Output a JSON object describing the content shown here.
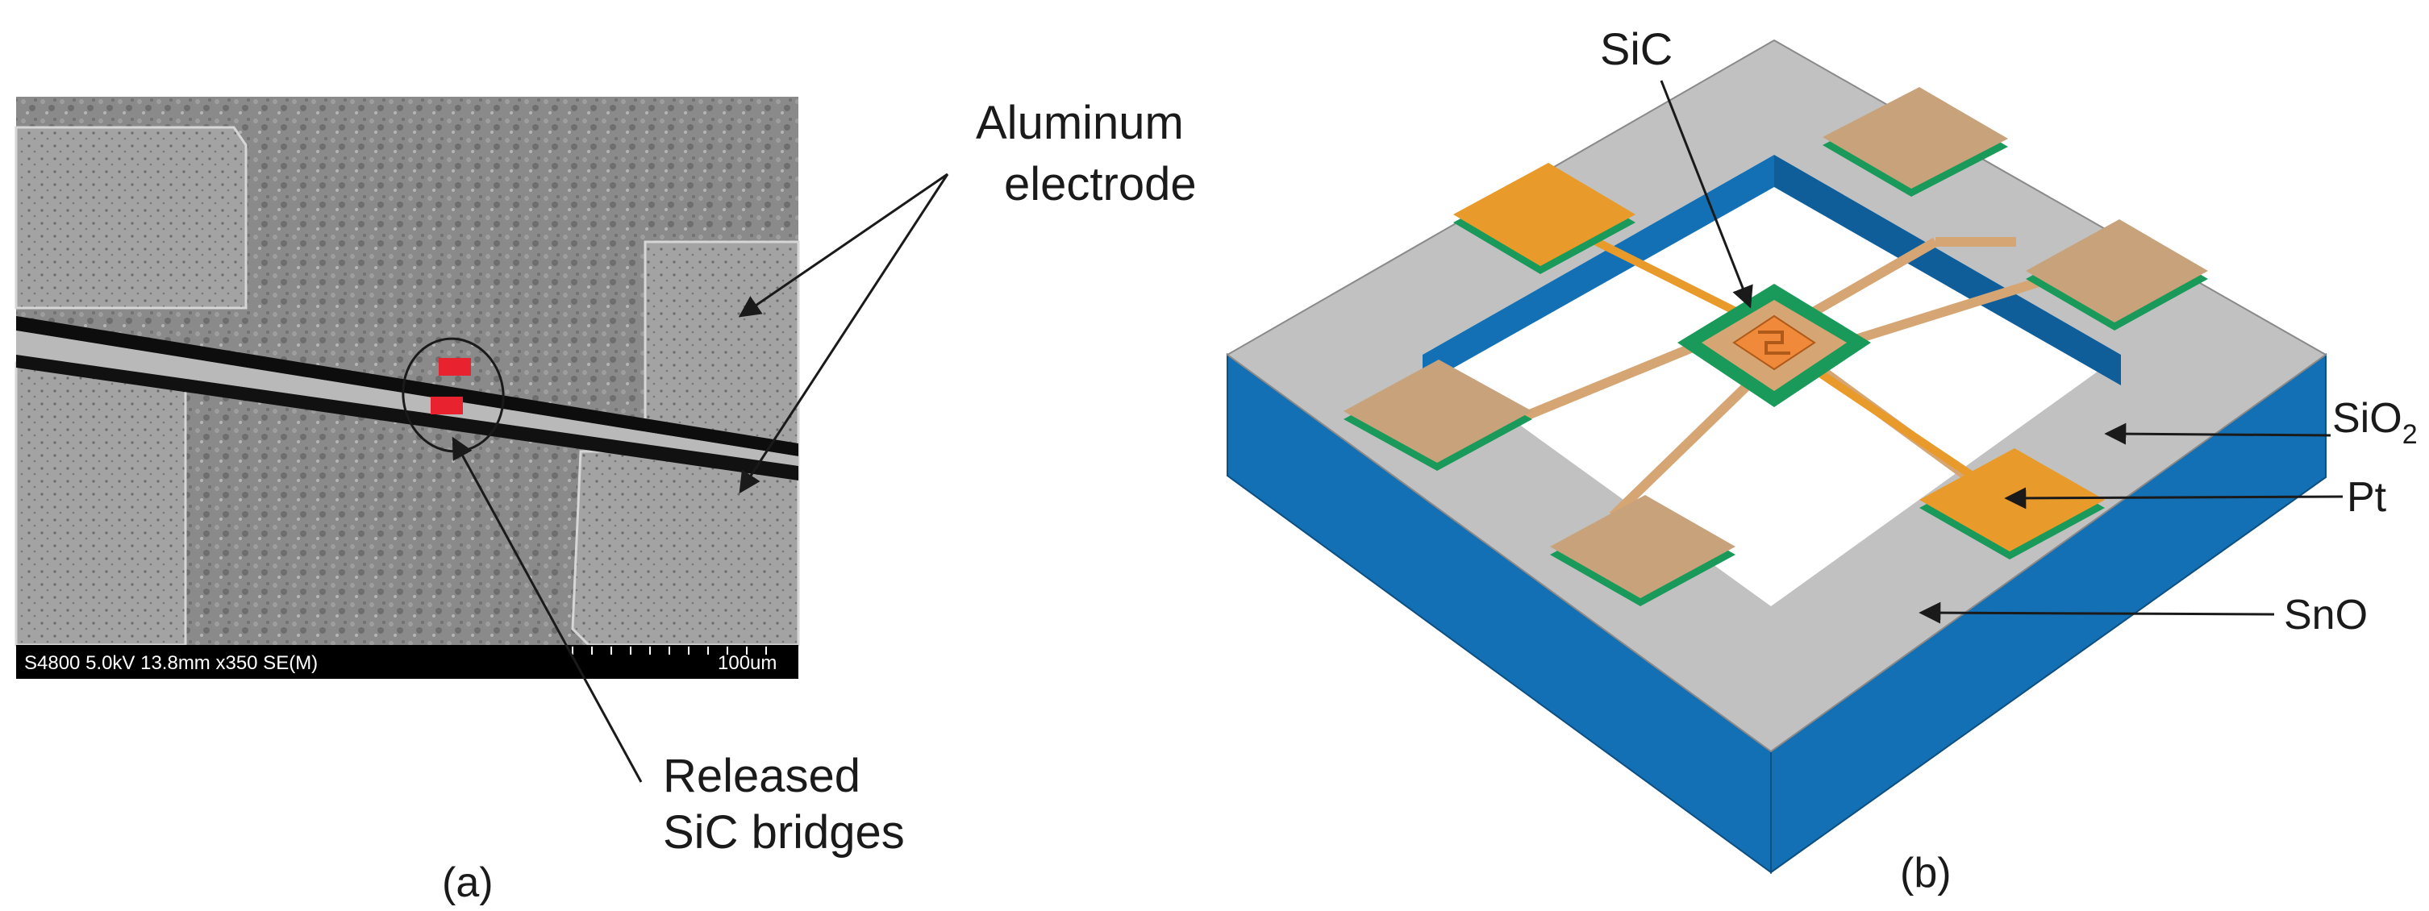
{
  "panel_a": {
    "caption": "(a)",
    "sem_info_bar": {
      "text": "S4800 5.0kV 13.8mm x350 SE(M)",
      "scale_text": "100um"
    },
    "label_electrode": {
      "line1": "Aluminum",
      "line2": "electrode"
    },
    "label_bridges": {
      "line1": "Released",
      "line2": "SiC bridges"
    },
    "colors": {
      "bridge_highlight": "#e8222e",
      "sem_bar": "#000000"
    }
  },
  "panel_b": {
    "caption": "(b)",
    "label_sic": "SiC",
    "label_sio2": "SiO",
    "label_sio2_sub": "2",
    "label_pt": "Pt",
    "label_sno": "SnO",
    "colors": {
      "substrate_top": "#c1c1c1",
      "substrate_side": "#1470b4",
      "pad_bright": "#e89a2a",
      "pad_tan": "#c8a27a",
      "green_layer": "#1a9a5a",
      "sic_core": "#f08a3a"
    }
  }
}
